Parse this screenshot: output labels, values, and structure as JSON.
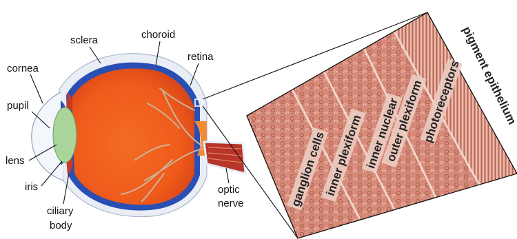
{
  "eye": {
    "labels": {
      "sclera": "sclera",
      "choroid": "choroid",
      "retina": "retina",
      "cornea": "cornea",
      "pupil": "pupil",
      "lens": "lens",
      "iris": "iris",
      "ciliary_body_line1": "ciliary",
      "ciliary_body_line2": "body",
      "optic_nerve_line1": "optic",
      "optic_nerve_line2": "nerve"
    }
  },
  "retina_section": {
    "layers": {
      "ganglion_cells": "ganglion cells",
      "inner_plexiform": "inner plexiform",
      "inner_nuclear": "inner nuclear",
      "outer_plexiform": "outer plexiform",
      "photoreceptors": "photoreceptors",
      "pigment_epithelium": "pigment epithelium"
    }
  },
  "colors": {
    "eyeball": "#f0601e",
    "choroid": "#2a4fb4",
    "sclera": "#e8edf6",
    "lens": "#a9d49a",
    "tissue": "#d98a78",
    "vessels": "#c9b49b"
  }
}
